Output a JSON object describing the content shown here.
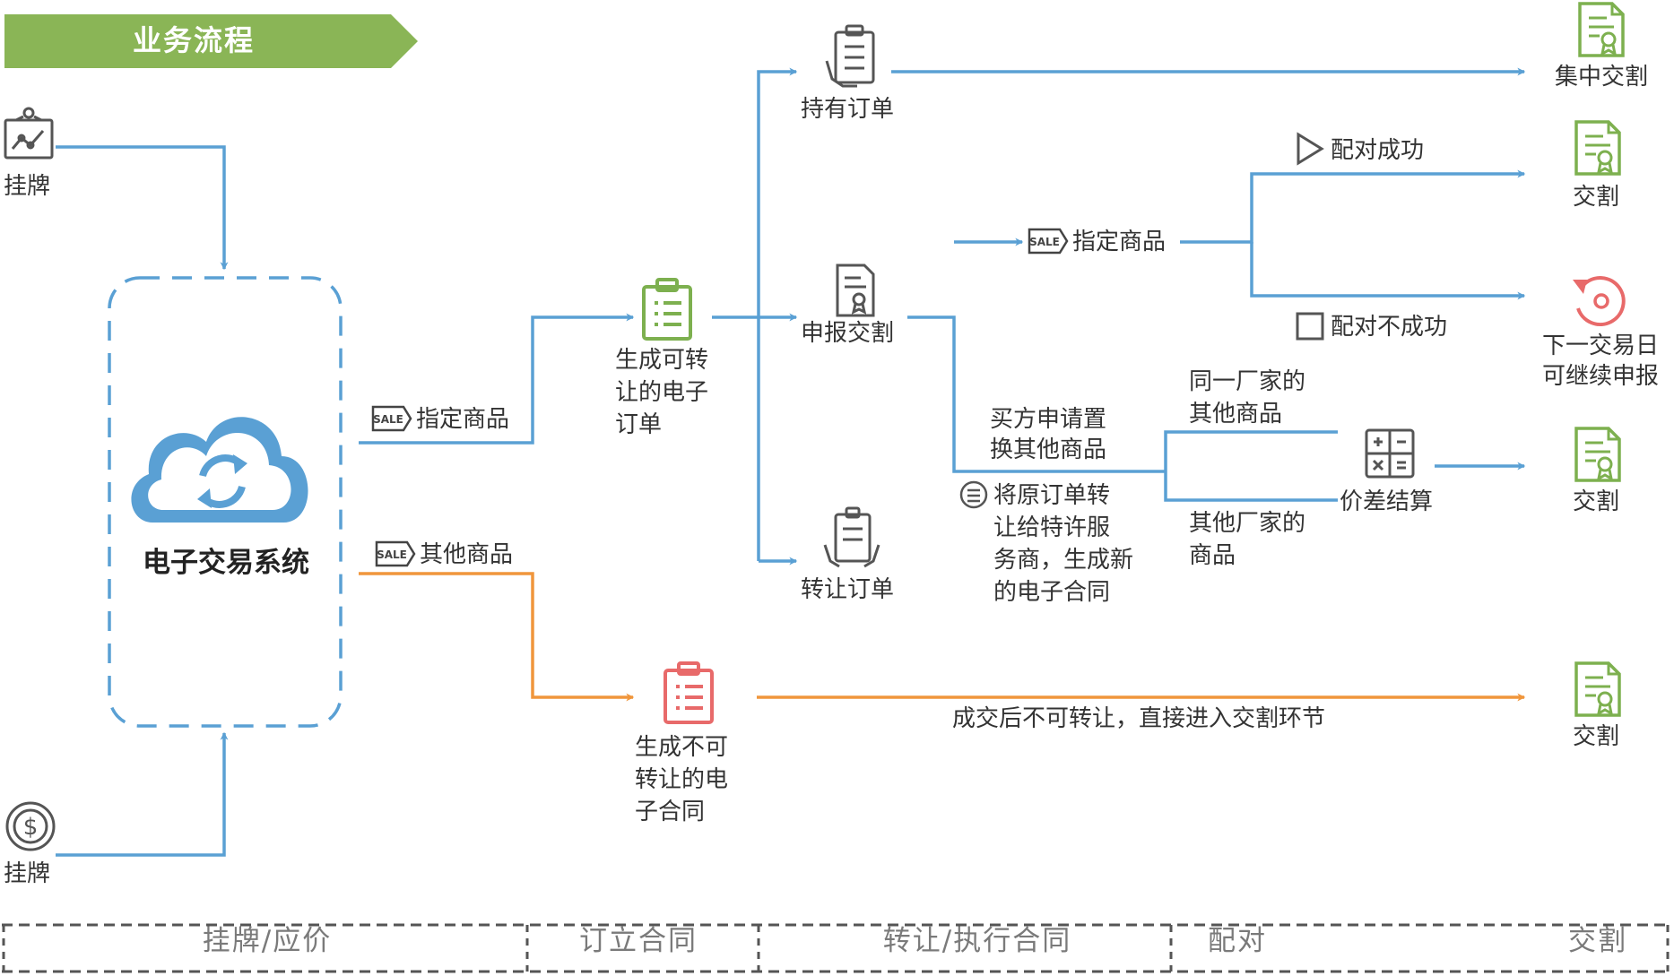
{
  "header": {
    "title": "业务流程"
  },
  "colors": {
    "blue": "#5aa0d4",
    "orange": "#f0963c",
    "green": "#7db04f",
    "red": "#e86a6a",
    "title_bg": "#8ab556"
  },
  "sources": {
    "listing_top": "挂牌",
    "listing_bottom": "挂牌"
  },
  "system": {
    "label": "电子交易系统"
  },
  "branches": {
    "designated": "指定商品",
    "other": "其他商品"
  },
  "orders": {
    "transferable": [
      "生成可转",
      "让的电子",
      "订单"
    ],
    "non_transferable": [
      "生成不可",
      "转让的电",
      "子合同"
    ]
  },
  "order_actions": {
    "hold": "持有订单",
    "declare": "申报交割",
    "transfer": "转让订单"
  },
  "declare_branch": {
    "designated": "指定商品",
    "match_success": "配对成功",
    "match_fail": "配对不成功",
    "buyer_request": [
      "买方申请置",
      "换其他商品"
    ],
    "note": [
      "将原订单转",
      "让给特许服",
      "务商，生成新",
      "的电子合同"
    ],
    "same_factory": [
      "同一厂家的",
      "其他商品"
    ],
    "other_factory": [
      "其他厂家的",
      "商品"
    ],
    "price_settle": "价差结算"
  },
  "direct_note": "成交后不可转让，直接进入交割环节",
  "outcomes": {
    "central": "集中交割",
    "deliver_1": "交割",
    "next_day": [
      "下一交易日",
      "可继续申报"
    ],
    "deliver_2": "交割",
    "deliver_3": "交割"
  },
  "icons": {
    "sale_tag": "SALE",
    "chart": "chart-board-icon",
    "dollar": "dollar-coin-icon",
    "cloud": "cloud-sync-icon",
    "clipboard": "clipboard-icon",
    "certificate": "certificate-icon",
    "retry": "retry-icon",
    "calculator": "calculator-icon"
  },
  "stages": [
    "挂牌/应价",
    "订立合同",
    "转让/执行合同",
    "配对",
    "交割"
  ]
}
